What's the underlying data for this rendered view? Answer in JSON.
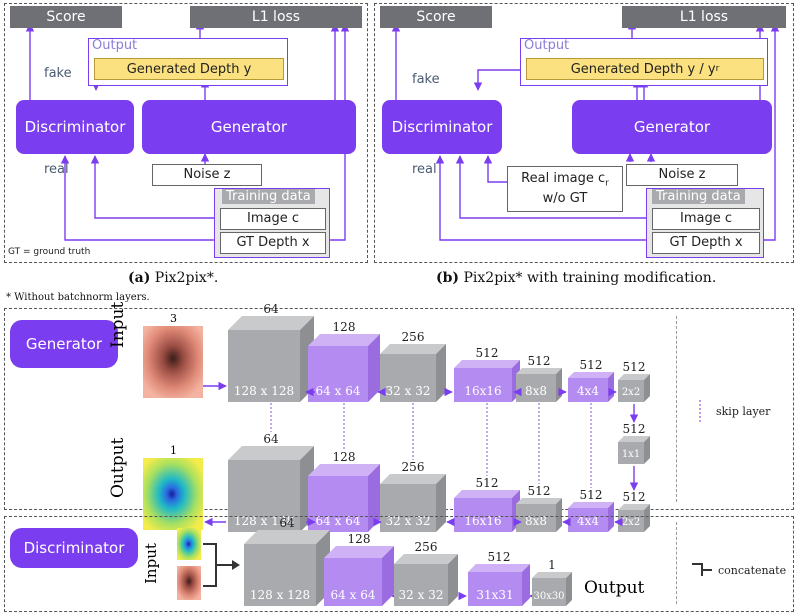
{
  "panel_a": {
    "score": "Score",
    "l1_loss": "L1 loss",
    "output": "Output",
    "generated": "Generated Depth y",
    "fake": "fake",
    "real": "real",
    "discriminator": "Discriminator",
    "generator": "Generator",
    "noise": "Noise z",
    "training_data": "Training data",
    "image_c": "Image c",
    "gt_depth": "GT Depth x",
    "footnote": "GT = ground truth",
    "caption_letter": "(a)",
    "caption_text": "Pix2pix*."
  },
  "panel_b": {
    "score": "Score",
    "l1_loss": "L1 loss",
    "output": "Output",
    "generated": "Generated Depth y / y",
    "generated_sub": "r",
    "fake": "fake",
    "real": "real",
    "discriminator": "Discriminator",
    "generator": "Generator",
    "noise": "Noise z",
    "real_image_line1": "Real image c",
    "real_image_sub": "r",
    "real_image_line2": "w/o GT",
    "training_data": "Training data",
    "image_c": "Image c",
    "gt_depth": "GT Depth x",
    "caption_letter": "(b)",
    "caption_text": "Pix2pix* with training modification."
  },
  "batchnorm_note": "* Without batchnorm layers.",
  "generator_net": {
    "title": "Generator",
    "input_label": "Input",
    "output_label": "Output",
    "input_channels": "3",
    "output_channels": "1",
    "encoder": [
      {
        "ch": "64",
        "size": "128 x 128"
      },
      {
        "ch": "128",
        "size": "64 x 64"
      },
      {
        "ch": "256",
        "size": "32 x 32"
      },
      {
        "ch": "512",
        "size": "16x16"
      },
      {
        "ch": "512",
        "size": "8x8"
      },
      {
        "ch": "512",
        "size": "4x4"
      },
      {
        "ch": "512",
        "size": "2x2"
      }
    ],
    "bottleneck": {
      "ch": "512",
      "size": "1x1"
    },
    "decoder": [
      {
        "ch": "64",
        "size": "128 x 128"
      },
      {
        "ch": "128",
        "size": "64 x 64"
      },
      {
        "ch": "256",
        "size": "32 x 32"
      },
      {
        "ch": "512",
        "size": "16x16"
      },
      {
        "ch": "512",
        "size": "8x8"
      },
      {
        "ch": "512",
        "size": "4x4"
      },
      {
        "ch": "512",
        "size": "2x2"
      }
    ],
    "legend_skip": "skip layer"
  },
  "discriminator_net": {
    "title": "Discriminator",
    "input_label": "Input",
    "output_label": "Output",
    "layers": [
      {
        "ch": "64",
        "size": "128 x 128"
      },
      {
        "ch": "128",
        "size": "64 x 64"
      },
      {
        "ch": "256",
        "size": "32 x 32"
      },
      {
        "ch": "512",
        "size": "31x31"
      },
      {
        "ch": "1",
        "size": "30x30"
      }
    ],
    "legend_concat": "concatenate"
  },
  "colors": {
    "purple": "#7b3df0",
    "gray_header": "#6e7076",
    "gray_block": "#a9aaad",
    "violet_block": "#b48bf0",
    "yellow": "#fbe17f"
  }
}
